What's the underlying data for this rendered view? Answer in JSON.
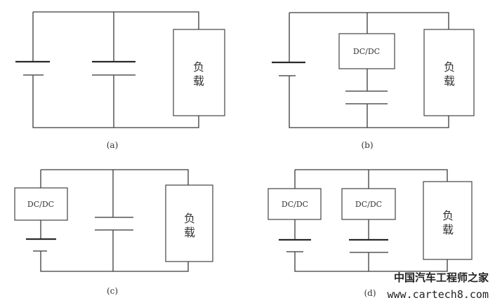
{
  "panels": {
    "a": {
      "caption": "(a)",
      "load": [
        "负",
        "载"
      ]
    },
    "b": {
      "caption": "(b)",
      "dcdc": "DC/DC",
      "load": [
        "负",
        "载"
      ]
    },
    "c": {
      "caption": "(c)",
      "dcdc": "DC/DC",
      "load": [
        "负",
        "载"
      ]
    },
    "d": {
      "caption": "(d)",
      "dcdc1": "DC/DC",
      "dcdc2": "DC/DC",
      "load": [
        "负",
        "载"
      ]
    }
  },
  "watermark": {
    "title": "中国汽车工程师之家",
    "url": "www.cartech8.com"
  }
}
